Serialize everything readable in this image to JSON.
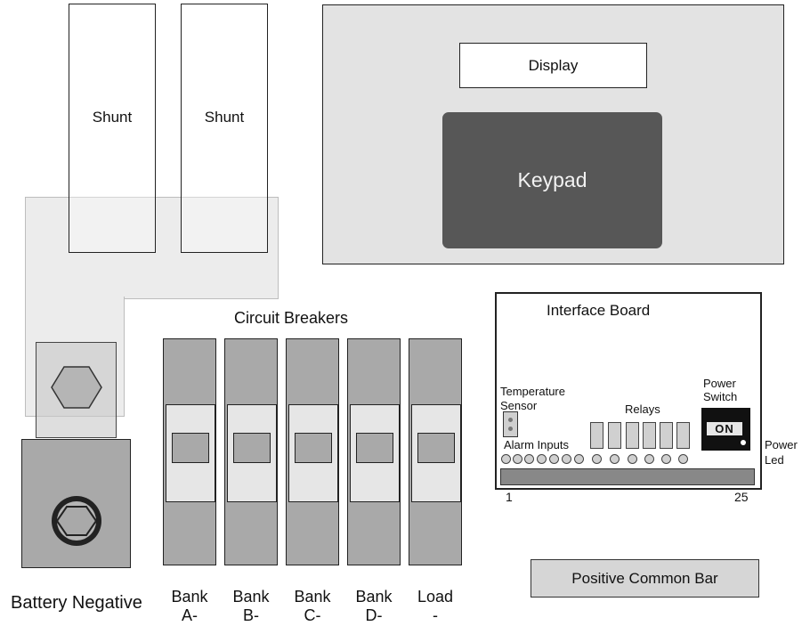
{
  "shunts": [
    {
      "label": "Shunt"
    },
    {
      "label": "Shunt"
    }
  ],
  "display_panel": {
    "display_label": "Display",
    "keypad_label": "Keypad"
  },
  "circuit_breakers": {
    "title": "Circuit Breakers",
    "items": [
      {
        "label": "Bank\nA-"
      },
      {
        "label": "Bank\nB-"
      },
      {
        "label": "Bank\nC-"
      },
      {
        "label": "Bank\nD-"
      },
      {
        "label": "Load\n-"
      }
    ]
  },
  "battery_negative_label": "Battery Negative",
  "interface_board": {
    "title": "Interface Board",
    "temperature_sensor_label_1": "Temperature",
    "temperature_sensor_label_2": "Sensor",
    "alarm_inputs_label": "Alarm Inputs",
    "relays_label": "Relays",
    "power_switch_label_1": "Power",
    "power_switch_label_2": "Switch",
    "switch_state": "ON",
    "power_led_label_1": "Power",
    "power_led_label_2": "Led",
    "pin_start": "1",
    "pin_end": "25"
  },
  "positive_common_bar_label": "Positive Common Bar",
  "colors": {
    "keypad": "#575757",
    "panel": "#e3e3e3",
    "breaker": "#a9a9a9"
  }
}
